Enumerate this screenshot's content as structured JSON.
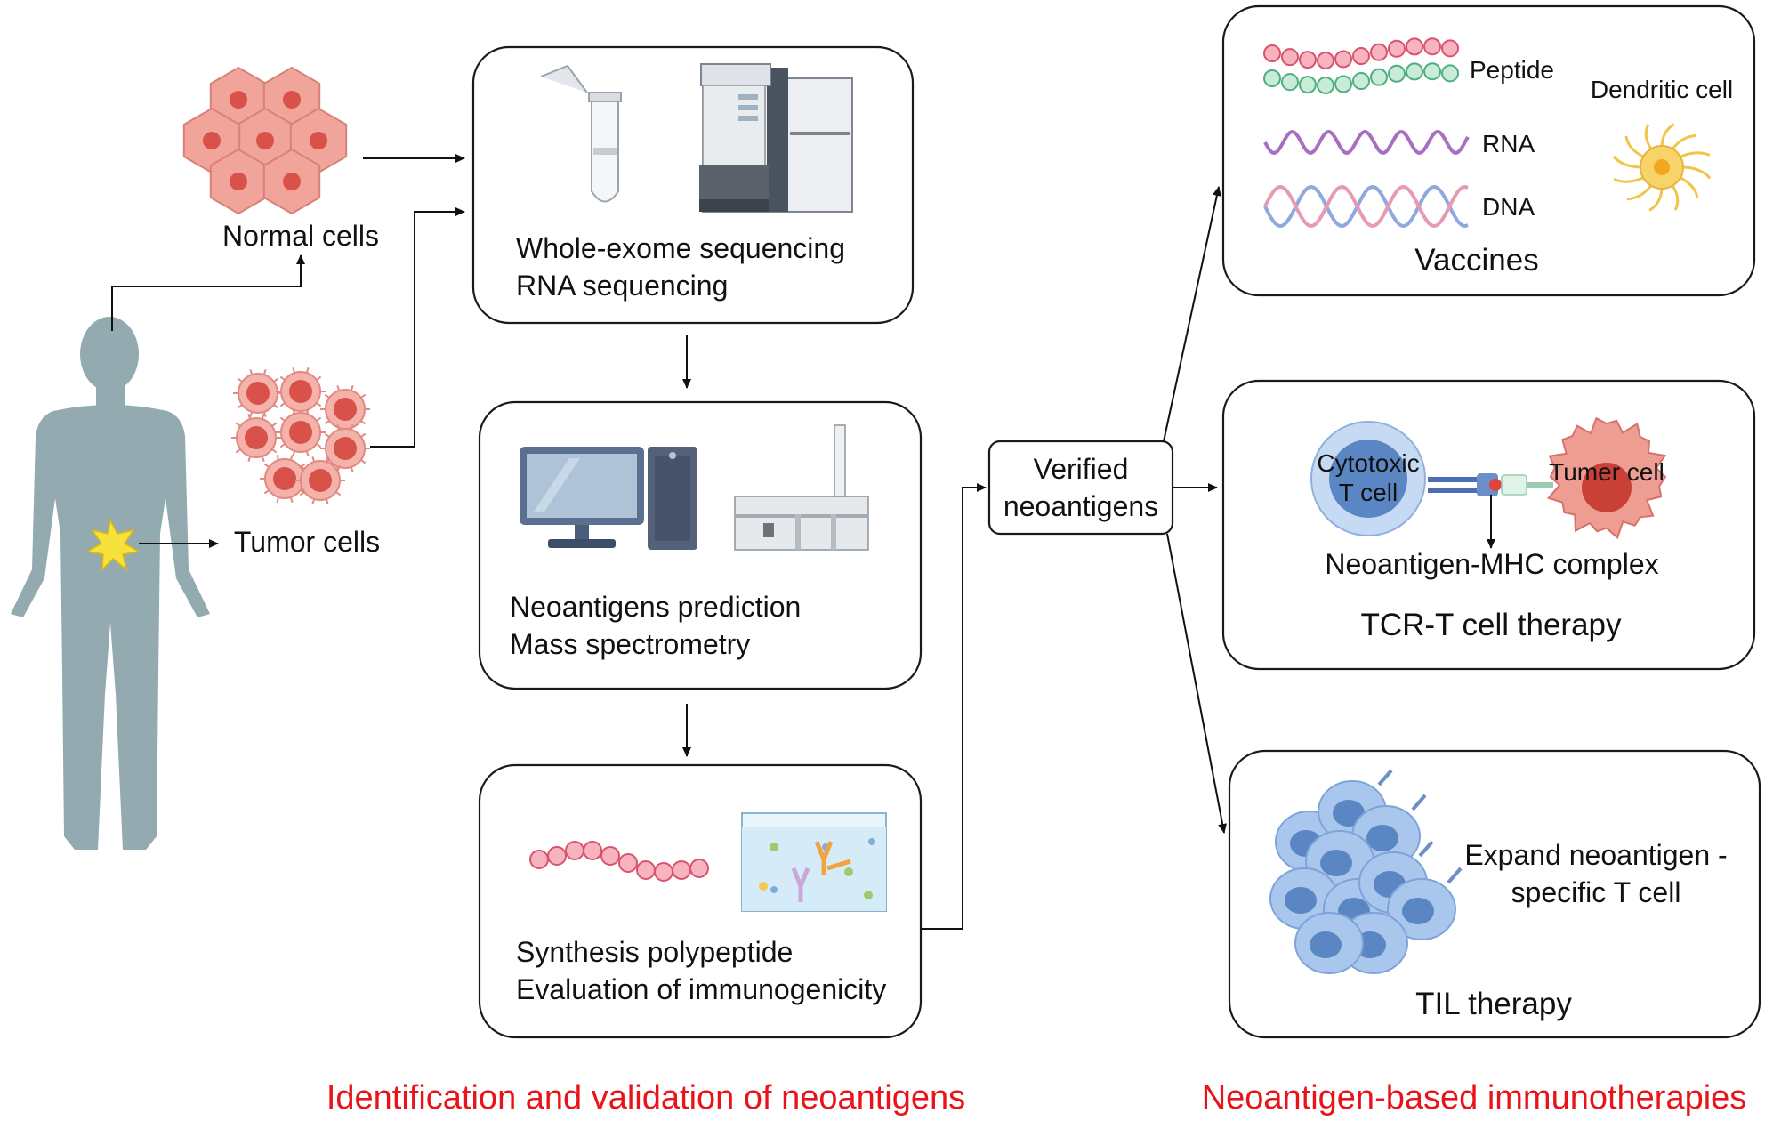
{
  "left": {
    "normal_cells": "Normal cells",
    "tumor_cells": "Tumor cells"
  },
  "steps": {
    "sequencing": {
      "line1": "Whole-exome sequencing",
      "line2": "RNA sequencing"
    },
    "prediction": {
      "line1": "Neoantigens prediction",
      "line2": "Mass spectrometry"
    },
    "synthesis": {
      "line1": "Synthesis polypeptide",
      "line2": "Evaluation of immunogenicity"
    }
  },
  "verified": {
    "line1": "Verified",
    "line2": "neoantigens"
  },
  "vaccines": {
    "peptide": "Peptide",
    "rna": "RNA",
    "dna": "DNA",
    "dendritic": "Dendritic cell",
    "title": "Vaccines"
  },
  "tcr": {
    "cytotoxic_line1": "Cytotoxic",
    "cytotoxic_line2": "T cell",
    "tumer": "Tumer cell",
    "complex": "Neoantigen-MHC complex",
    "title": "TCR-T cell therapy"
  },
  "til": {
    "expand_line1": "Expand neoantigen -",
    "expand_line2": "specific T cell",
    "title": "TIL therapy"
  },
  "sections": {
    "identification": "Identification and validation of neoantigens",
    "immunotherapies": "Neoantigen-based immunotherapies"
  },
  "colors": {
    "body": "#93aab0",
    "cell_pink": "#f0a49a",
    "nucleus": "#d9524a",
    "section_red": "#e8141a",
    "tcell": "#a9c6ec",
    "tcell_nucleus": "#5b86c4"
  }
}
